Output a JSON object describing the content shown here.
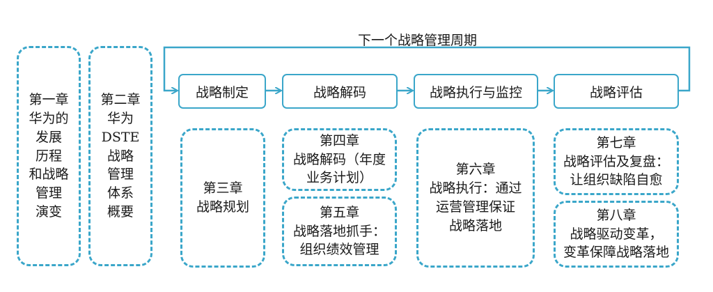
{
  "cycle_label": "下一个战略管理周期",
  "ch1": {
    "line1": "第一章",
    "line2": "华为的",
    "line3": "发展",
    "line4": "历程",
    "line5": "和战略",
    "line6": "管理",
    "line7": "演变"
  },
  "ch2": {
    "line1": "第二章",
    "line2": "华为",
    "line3": "DSTE",
    "line4": "战略",
    "line5": "管理",
    "line6": "体系",
    "line7": "概要"
  },
  "stages": [
    {
      "label": "战略制定"
    },
    {
      "label": "战略解码"
    },
    {
      "label": "战略执行与监控"
    },
    {
      "label": "战略评估"
    }
  ],
  "ch3": {
    "line1": "第三章",
    "line2": "战略规划"
  },
  "ch4": {
    "line1": "第四章",
    "line2": "战略解码（年度",
    "line3": "业务计划）"
  },
  "ch5": {
    "line1": "第五章",
    "line2": "战略落地抓手：",
    "line3": "组织绩效管理"
  },
  "ch6": {
    "line1": "第六章",
    "line2": "战略执行：通过",
    "line3": "运营管理保证",
    "line4": "战略落地"
  },
  "ch7": {
    "line1": "第七章",
    "line2": "战略评估及复盘：",
    "line3": "让组织缺陷自愈"
  },
  "ch8": {
    "line1": "第八章",
    "line2": "战略驱动变革，",
    "line3": "变革保障战略落地"
  },
  "colors": {
    "accent": "#3aa6c9",
    "arrow": "#3aa6c9"
  }
}
